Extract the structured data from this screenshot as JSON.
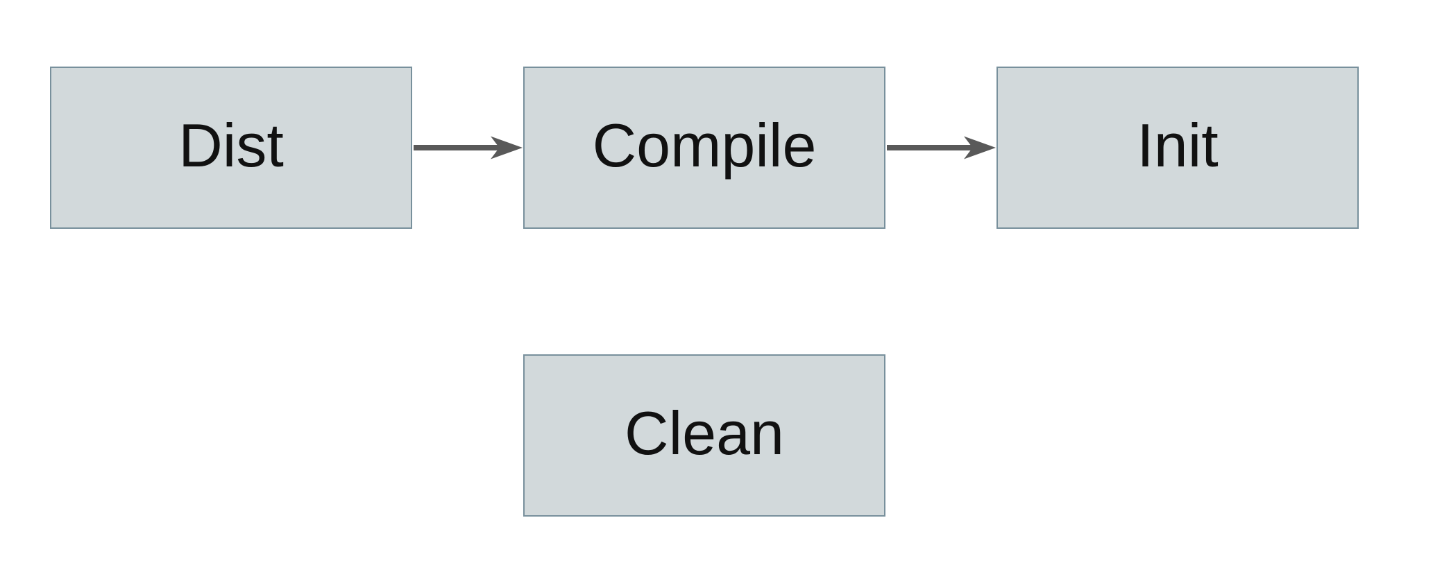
{
  "diagram": {
    "title": "",
    "nodes": [
      {
        "id": "dist",
        "label": "Dist"
      },
      {
        "id": "compile",
        "label": "Compile"
      },
      {
        "id": "init",
        "label": "Init"
      },
      {
        "id": "clean",
        "label": "Clean"
      }
    ],
    "edges": [
      {
        "from": "Dist",
        "to": "Compile",
        "style": "solid-arrow"
      },
      {
        "from": "Compile",
        "to": "Init",
        "style": "solid-arrow"
      }
    ],
    "colors": {
      "background": "#ffffff",
      "node_fill": "#d2d9db",
      "node_border": "#78909c",
      "arrow": "#595959",
      "text": "#111111"
    }
  }
}
